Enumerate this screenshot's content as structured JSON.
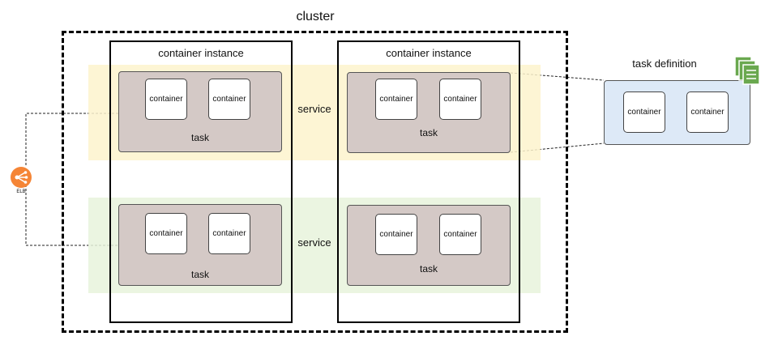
{
  "cluster": {
    "label": "cluster"
  },
  "instances": [
    {
      "label": "container instance"
    },
    {
      "label": "container instance"
    }
  ],
  "services": [
    {
      "label": "service"
    },
    {
      "label": "service"
    }
  ],
  "task_label": "task",
  "container_label": "container",
  "task_definition": {
    "label": "task definition",
    "containers": [
      "container",
      "container"
    ],
    "icon": "document-stack-icon"
  },
  "elb": {
    "label": "ELB",
    "icon": "load-balancer-icon",
    "color": "#f58536"
  },
  "colors": {
    "service_band_1": "#fdf3cc",
    "service_band_2": "#e7f3dc",
    "task_fill": "#d4c9c6",
    "task_definition_fill": "#dde9f7"
  }
}
